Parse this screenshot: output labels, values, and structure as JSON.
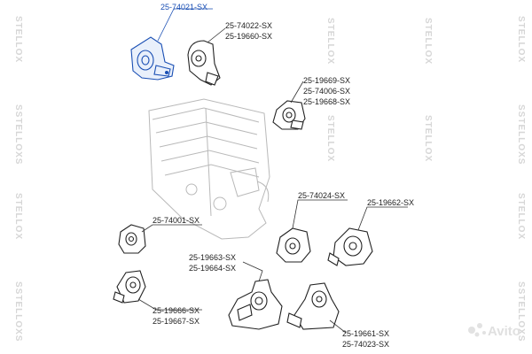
{
  "watermark": {
    "brand_vertical": "STELLOX",
    "brand_vertical_alt": "SSTELLOXS"
  },
  "parts": {
    "p1": {
      "labels": [
        "25-74021-SX"
      ]
    },
    "p2": {
      "labels": [
        "25-74022-SX",
        "25-19660-SX"
      ]
    },
    "p3": {
      "labels": [
        "25-19669-SX",
        "25-74006-SX",
        "25-19668-SX"
      ]
    },
    "p4": {
      "labels": [
        "25-74024-SX"
      ]
    },
    "p5": {
      "labels": [
        "25-19662-SX"
      ]
    },
    "p6": {
      "labels": [
        "25-74001-SX"
      ]
    },
    "p7": {
      "labels": [
        "25-19663-SX",
        "25-19664-SX"
      ]
    },
    "p8": {
      "labels": [
        "25-19666-SX",
        "25-19667-SX"
      ]
    },
    "p9": {
      "labels": [
        "25-19661-SX",
        "25-74023-SX"
      ]
    }
  },
  "highlight_color": "#1a4fb4",
  "overlay": {
    "avito_logo": "Avito"
  }
}
